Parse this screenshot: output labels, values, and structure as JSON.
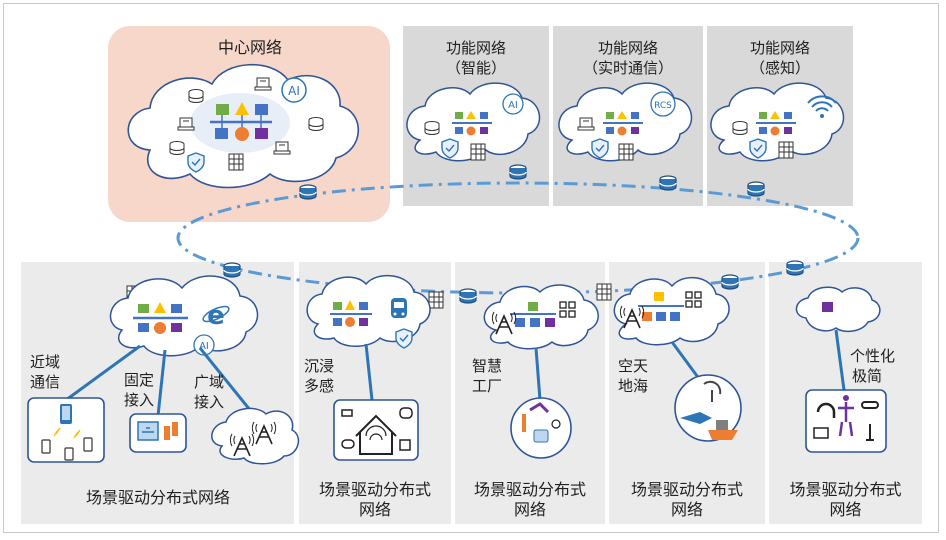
{
  "top": {
    "center_title": "中心网络",
    "func1": {
      "line1": "功能网络",
      "line2": "（智能）"
    },
    "func2": {
      "line1": "功能网络",
      "line2": "（实时通信）"
    },
    "func3": {
      "line1": "功能网络",
      "line2": "（感知）"
    }
  },
  "badges": {
    "ai": "AI",
    "rcs": "RCS"
  },
  "bottom": {
    "main_caption": "场景驱动分布式网络",
    "near": [
      "近域",
      "通信"
    ],
    "fixed": [
      "固定",
      "接入"
    ],
    "wide": [
      "广域",
      "接入"
    ],
    "immersive": [
      "沉浸",
      "多感"
    ],
    "factory": [
      "智慧",
      "工厂"
    ],
    "space": [
      "空天",
      "地海"
    ],
    "personal": [
      "个性化",
      "极简"
    ],
    "sub_caption": [
      "场景驱动分布式",
      "网络"
    ]
  },
  "colors": {
    "center_bg": "#f6d7ca",
    "func_bg": "#d9d9d9",
    "bottom_bg": "#ebebeb",
    "cloud_stroke": "#2f5597",
    "link": "#2e75b6",
    "ring": "#5b9bd5",
    "sw_green": "#70ad47",
    "sw_yellow": "#ffc000",
    "sw_blue": "#4472c4",
    "sw_orange": "#ed7d31",
    "sw_purple": "#7030a0"
  }
}
